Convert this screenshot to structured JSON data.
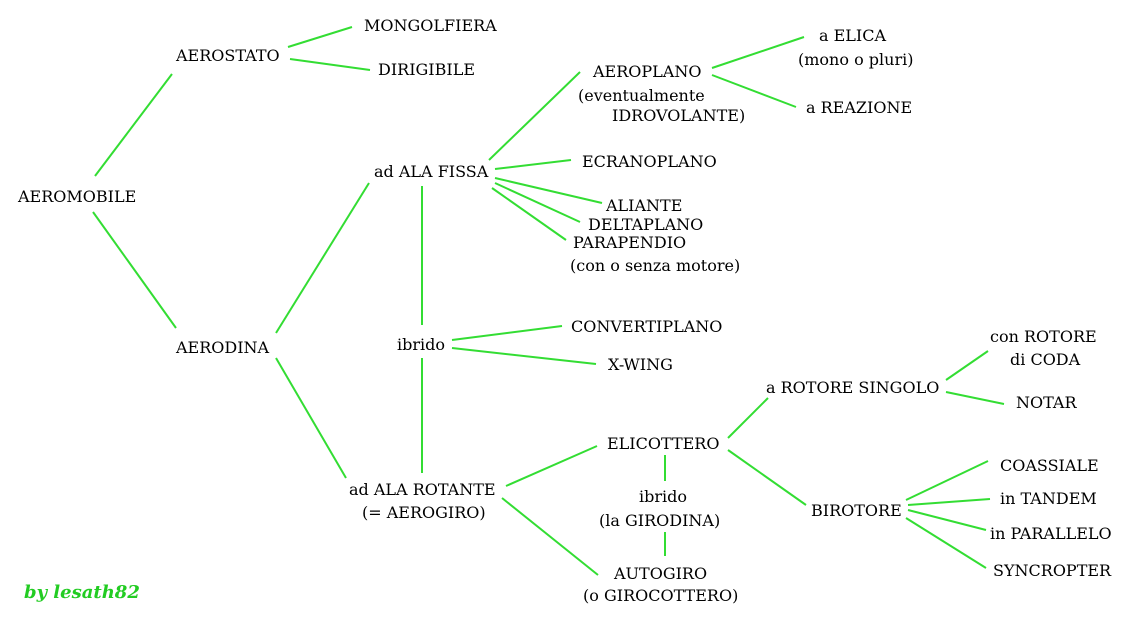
{
  "line_color": "#33dd33",
  "nodes": {
    "aeromobile": "AEROMOBILE",
    "aerostato": "AEROSTATO",
    "mongolfiera": "MONGOLFIERA",
    "dirigibile": "DIRIGIBILE",
    "aerodina": "AERODINA",
    "ala_fissa": "ad ALA FISSA",
    "aeroplano": "AEROPLANO",
    "aeroplano_note1": "(eventualmente",
    "aeroplano_note2": "IDROVOLANTE)",
    "elica": "a ELICA",
    "elica_note": "(mono o pluri)",
    "reazione": "a REAZIONE",
    "ecranoplano": "ECRANOPLANO",
    "aliante": "ALIANTE",
    "deltaplano": "DELTAPLANO",
    "parapendio": "PARAPENDIO",
    "parapendio_note": "(con o senza motore)",
    "ibrido": "ibrido",
    "convertiplano": "CONVERTIPLANO",
    "xwing": "X-WING",
    "ala_rotante": "ad ALA ROTANTE",
    "ala_rotante_note": "(= AEROGIRO)",
    "elicottero": "ELICOTTERO",
    "ibrido2": "ibrido",
    "girodina": "(la GIRODINA)",
    "autogiro": "AUTOGIRO",
    "autogiro_note": "(o GIROCOTTERO)",
    "rotore_singolo": "a ROTORE SINGOLO",
    "rotore_coda1": "con ROTORE",
    "rotore_coda2": "di CODA",
    "notar": "NOTAR",
    "birotore": "BIROTORE",
    "coassiale": "COASSIALE",
    "tandem": "in TANDEM",
    "parallelo": "in PARALLELO",
    "syncropter": "SYNCROPTER"
  },
  "signature": "by lesath82"
}
